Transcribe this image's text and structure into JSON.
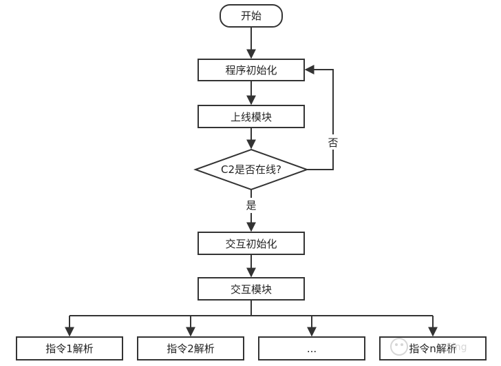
{
  "nodes": {
    "start": "开始",
    "init": "程序初始化",
    "online": "上线模块",
    "check": "C2是否在线?",
    "interact_init": "交互初始化",
    "interact": "交互模块",
    "cmd1": "指令1解析",
    "cmd2": "指令2解析",
    "cmd_more": "...",
    "cmdn": "指令n解析"
  },
  "edges": {
    "yes": "是",
    "no": "否"
  },
  "watermark": "Sing"
}
